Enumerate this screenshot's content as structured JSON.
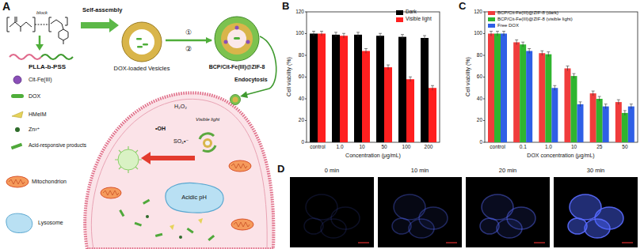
{
  "diagram": {
    "nodes": [
      {
        "text": [
          "DOX-loaded Vesicles"
        ]
      },
      {
        "text": [
          "BCP/Cit-Fe(III)@ZIF-8"
        ]
      },
      {
        "text": [
          "Acidic pH"
        ]
      },
      {
        "text": [
          "0 min"
        ]
      },
      {
        "text": [
          "10 min"
        ]
      },
      {
        "text": [
          "20 min"
        ]
      },
      {
        "text": [
          "30 min"
        ]
      }
    ],
    "edges": [
      {
        "from": 0,
        "to": 1,
        "arrow": "to"
      }
    ],
    "labels": [
      "A",
      "block",
      "PLLA-b-PSS",
      "Self-assembly",
      "①",
      "②",
      "Endocytosis",
      "H₂O₂",
      "•OH",
      "Visible light",
      "SO₄•⁻",
      "B",
      "0",
      "20",
      "40",
      "60",
      "80",
      "100",
      "120",
      "Cell viability (%)",
      "control",
      "1.0",
      "10",
      "50",
      "100",
      "200",
      "Concentration (μg/mL)",
      "C",
      "0",
      "20",
      "40",
      "60",
      "80",
      "100",
      "120",
      "Cell viability (%)",
      "control",
      "0.1",
      "1.0",
      "10",
      "25",
      "50",
      "DOX concentration (μg/mL)",
      "D"
    ],
    "legend": [
      {
        "text": "Cit-Fe(III)"
      },
      {
        "text": "DOX"
      },
      {
        "text": "HMeIM"
      },
      {
        "text": "Zn²⁺"
      },
      {
        "text": "Acid-responsive products"
      },
      {
        "text": "Mitochondrion"
      },
      {
        "text": "Lysosome"
      },
      {
        "text": "Dark",
        "color": "#000000"
      },
      {
        "text": "Visible light",
        "color": "#ff1f1f"
      },
      {
        "text": "BCP/Cit-Fe(III)@ZIF-8 (dark)",
        "color": "#f03c3c"
      },
      {
        "text": "BCP/Cit-Fe(III)@ZIF-8 (visible light)",
        "color": "#2fb52f"
      },
      {
        "text": "Free DOX",
        "color": "#2f5fe6"
      }
    ]
  }
}
